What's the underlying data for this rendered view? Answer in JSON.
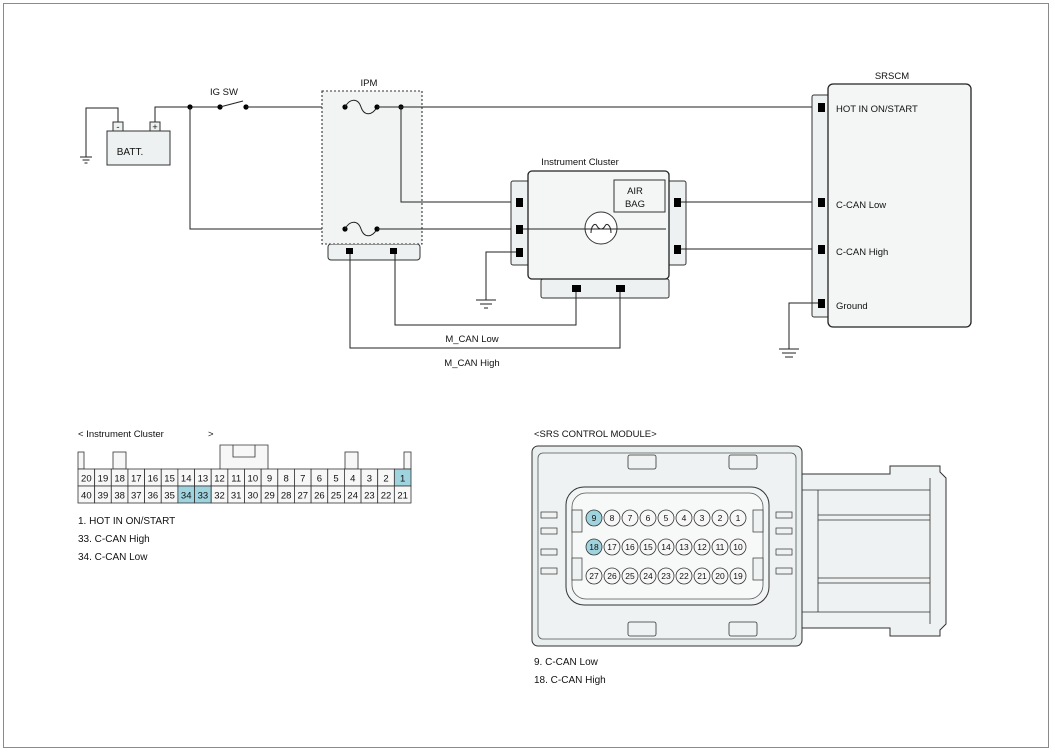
{
  "schematic": {
    "ipm_label": "IPM",
    "ig_sw_label": "IG SW",
    "batt_label": "BATT.",
    "batt_neg": "-",
    "batt_pos": "+",
    "cluster_label": "Instrument Cluster",
    "airbag_line1": "AIR",
    "airbag_line2": "BAG",
    "srscm_label": "SRSCM",
    "srscm_pins": [
      "HOT IN ON/START",
      "C-CAN Low",
      "C-CAN High",
      "Ground"
    ],
    "mcan_low": "M_CAN Low",
    "mcan_high": "M_CAN High"
  },
  "cluster_connector": {
    "title": "< Instrument Cluster",
    "title_close": ">",
    "row1": [
      "20",
      "19",
      "18",
      "17",
      "16",
      "15",
      "14",
      "13",
      "12",
      "11",
      "10",
      "9",
      "8",
      "7",
      "6",
      "5",
      "4",
      "3",
      "2",
      "1"
    ],
    "row2": [
      "40",
      "39",
      "38",
      "37",
      "36",
      "35",
      "34",
      "33",
      "32",
      "31",
      "30",
      "29",
      "28",
      "27",
      "26",
      "25",
      "24",
      "23",
      "22",
      "21"
    ],
    "highlighted": [
      "1",
      "34",
      "33"
    ],
    "highlight_color": "#9fd3de",
    "notes": [
      "1.   HOT IN ON/START",
      "33. C-CAN High",
      "34. C-CAN Low"
    ]
  },
  "srs_connector": {
    "title": "<SRS CONTROL MODULE>",
    "row1": [
      "9",
      "8",
      "7",
      "6",
      "5",
      "4",
      "3",
      "2",
      "1"
    ],
    "row2": [
      "18",
      "17",
      "16",
      "15",
      "14",
      "13",
      "12",
      "11",
      "10"
    ],
    "row3": [
      "27",
      "26",
      "25",
      "24",
      "23",
      "22",
      "21",
      "20",
      "19"
    ],
    "highlighted": [
      "9",
      "18"
    ],
    "notes": [
      "9. C-CAN Low",
      "18. C-CAN High"
    ]
  }
}
